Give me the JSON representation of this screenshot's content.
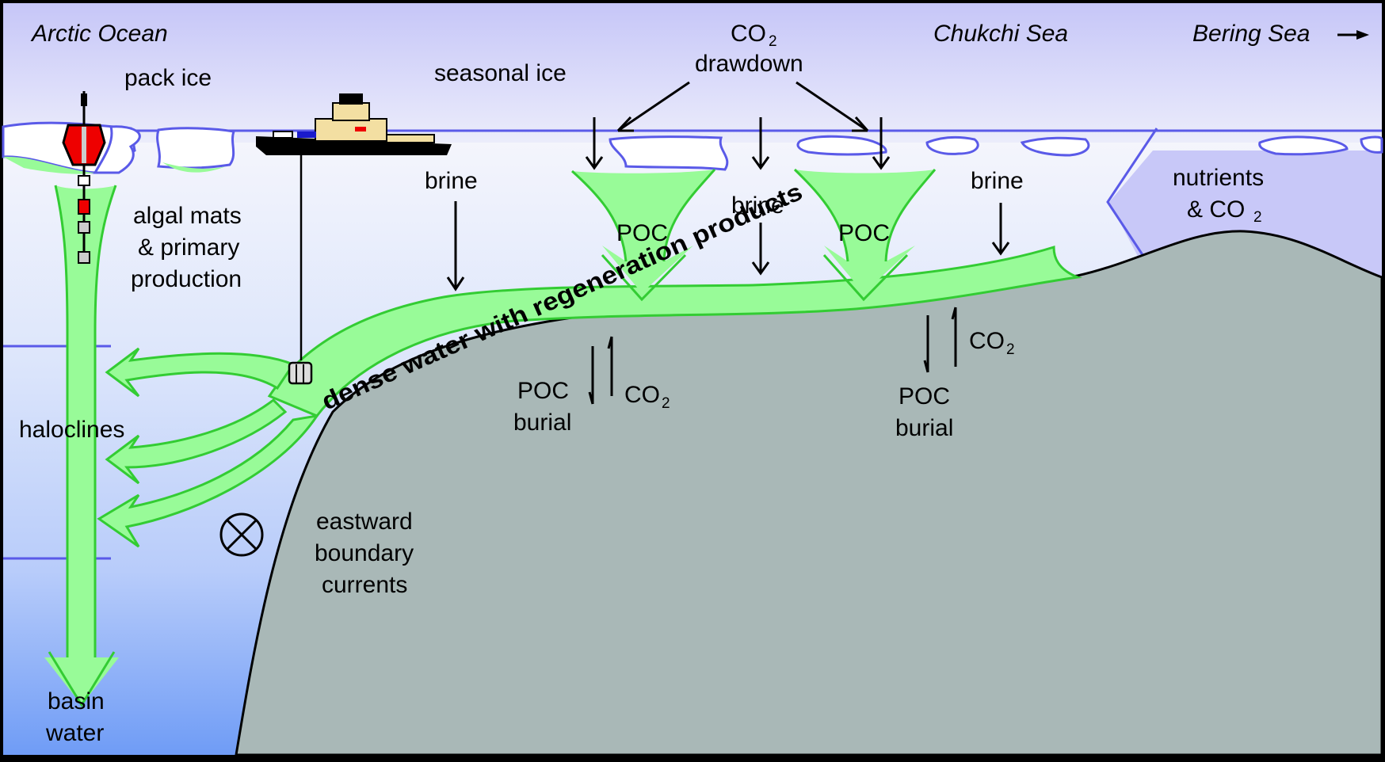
{
  "diagram": {
    "title_regions": {
      "arctic_ocean": "Arctic Ocean",
      "chukchi_sea": "Chukchi Sea",
      "bering_sea": "Bering Sea"
    },
    "labels": {
      "pack_ice": "pack ice",
      "seasonal_ice": "seasonal ice",
      "co2_drawdown_main": "CO",
      "co2_drawdown_sub": "2",
      "co2_drawdown_word": "drawdown",
      "brine_left": "brine",
      "brine_middle": "brine",
      "brine_right": "brine",
      "algal_line1": "algal mats",
      "algal_line2": "& primary",
      "algal_line3": "production",
      "poc_left": "POC",
      "poc_right": "POC",
      "nutrients_line1": "nutrients",
      "nutrients_line2_main": "& CO",
      "nutrients_line2_sub": "2",
      "dense_water": "dense water with regeneration products",
      "haloclines": "haloclines",
      "basin_line1": "basin",
      "basin_line2": "water",
      "eastward_line1": "eastward",
      "eastward_line2": "boundary",
      "eastward_line3": "currents",
      "burial_left_poc": "POC",
      "burial_left_word": "burial",
      "burial_left_co2": "CO",
      "burial_left_co2_sub": "2",
      "burial_right_poc": "POC",
      "burial_right_word": "burial",
      "burial_right_co2": "CO",
      "burial_right_co2_sub": "2"
    },
    "colors": {
      "sky_top": "#c8c8f8",
      "sea_surface": "#f2f4fc",
      "basin_deep": "#6f9cf6",
      "shelf": "#a8b8b8",
      "flow_fill": "#98fb98",
      "flow_edge": "#33cc33",
      "ice_edge": "#5a5ae8",
      "pacific_inflow": "#c8c8f8"
    },
    "icons": {
      "mooring_buoy": "mooring-buoy-icon",
      "icebreaker": "icebreaker-ship-icon",
      "sediment_trap": "sediment-trap-icon",
      "into_page_current": "into-page-current-icon",
      "bering_arrow": "arrow-right-icon"
    }
  }
}
